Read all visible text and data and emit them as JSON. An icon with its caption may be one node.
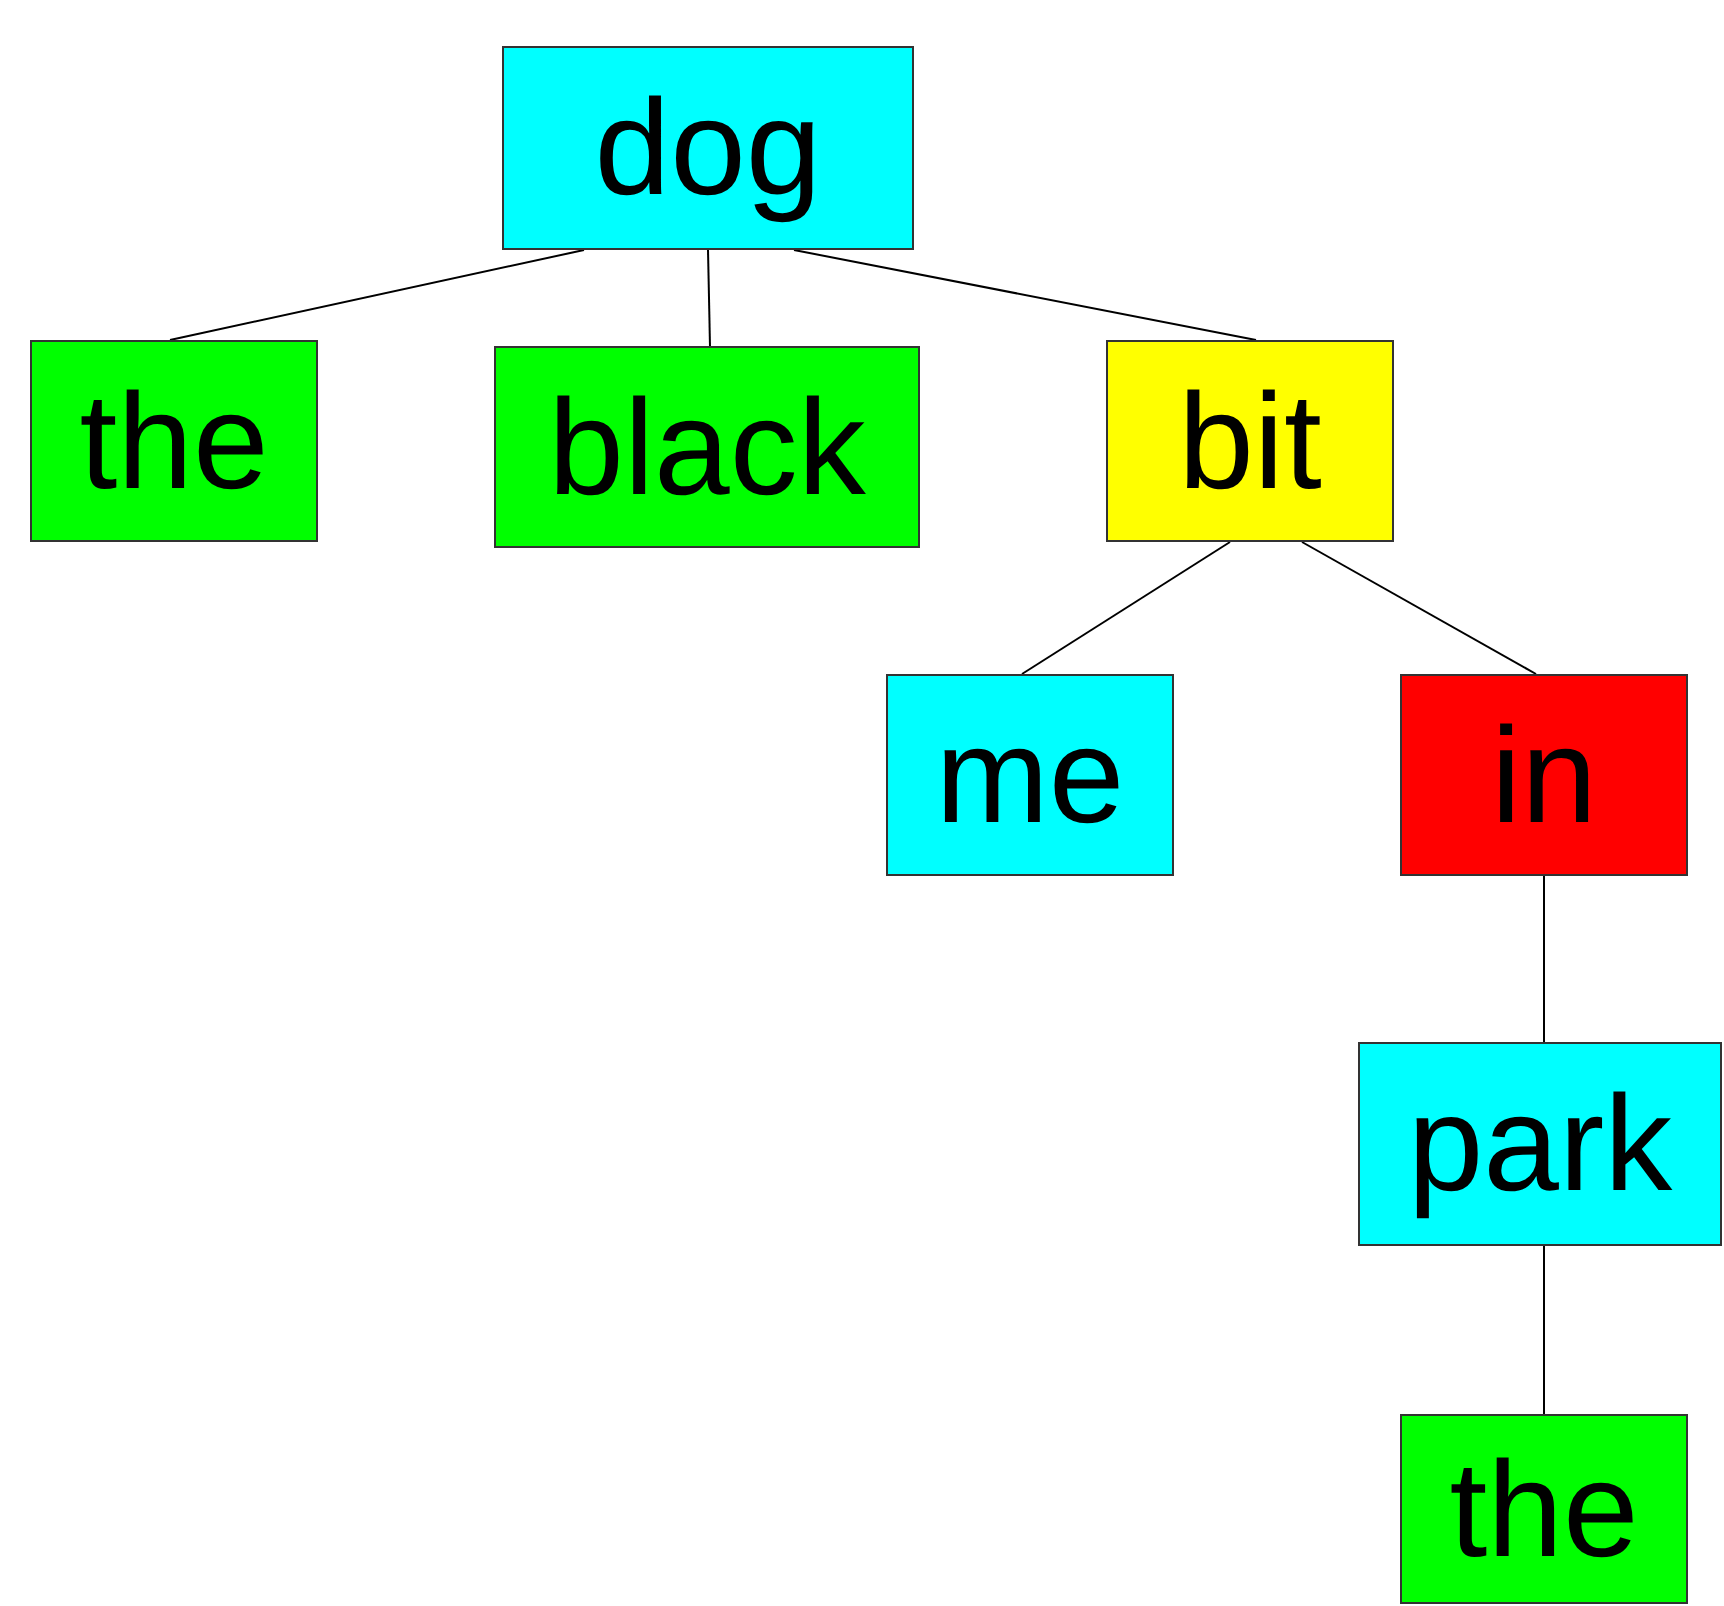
{
  "diagram": {
    "nodes": [
      {
        "text": [
          "dog"
        ]
      },
      {
        "text": [
          "the"
        ]
      },
      {
        "text": [
          "black"
        ]
      },
      {
        "text": [
          "bit"
        ]
      },
      {
        "text": [
          "me"
        ]
      },
      {
        "text": [
          "in"
        ]
      },
      {
        "text": [
          "park"
        ]
      },
      {
        "text": [
          "the"
        ]
      }
    ],
    "edges": [
      {
        "from": 0,
        "to": 1,
        "arrow": "none"
      },
      {
        "from": 0,
        "to": 2,
        "arrow": "none"
      },
      {
        "from": 0,
        "to": 3,
        "arrow": "none"
      },
      {
        "from": 3,
        "to": 4,
        "arrow": "none"
      },
      {
        "from": 3,
        "to": 5,
        "arrow": "none"
      },
      {
        "from": 5,
        "to": 6,
        "arrow": "none"
      },
      {
        "from": 6,
        "to": 7,
        "arrow": "none"
      }
    ]
  }
}
